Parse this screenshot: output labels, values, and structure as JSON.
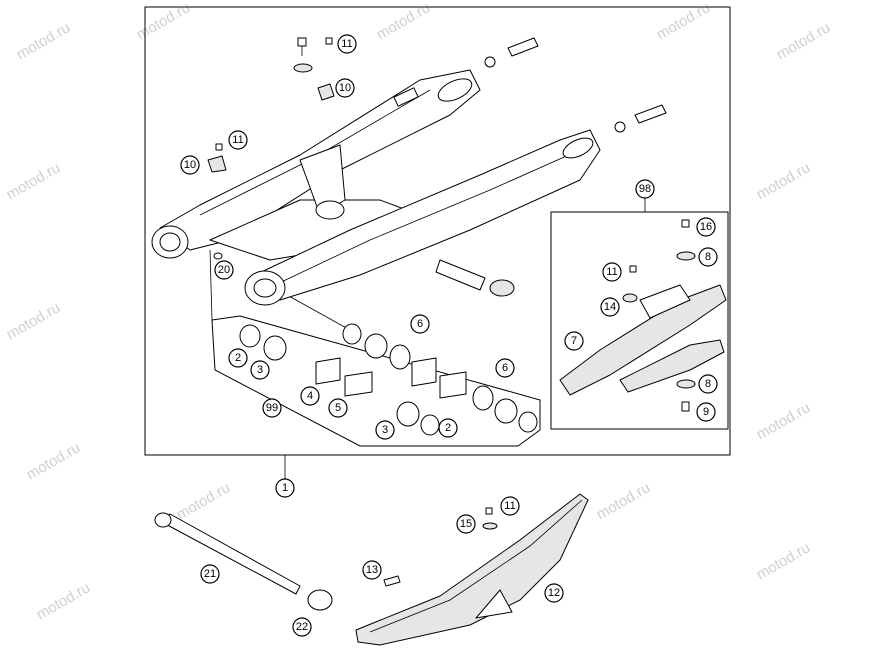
{
  "watermark": "motod.ru",
  "callouts": {
    "c1": "1",
    "c2a": "2",
    "c2b": "2",
    "c3a": "3",
    "c3b": "3",
    "c4": "4",
    "c5": "5",
    "c6a": "6",
    "c6b": "6",
    "c7": "7",
    "c8a": "8",
    "c8b": "8",
    "c9": "9",
    "c10a": "10",
    "c10b": "10",
    "c11a": "11",
    "c11b": "11",
    "c11c": "11",
    "c11d": "11",
    "c12": "12",
    "c13": "13",
    "c14": "14",
    "c15": "15",
    "c16": "16",
    "c20": "20",
    "c21": "21",
    "c22": "22",
    "c98": "98",
    "c99": "99"
  }
}
